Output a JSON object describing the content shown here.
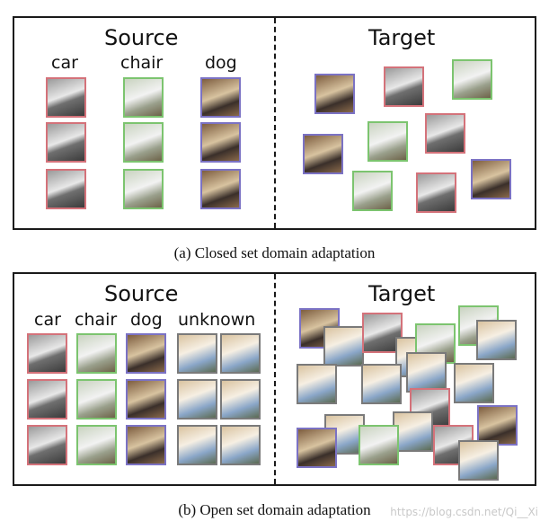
{
  "colors": {
    "car": "#d4727a",
    "chair": "#7cc46f",
    "dog": "#7b72c4",
    "unknown": "#7a7a7a",
    "frame": "#1a1a1a"
  },
  "closed": {
    "source_title": "Source",
    "target_title": "Target",
    "classes": [
      "car",
      "chair",
      "dog"
    ],
    "caption": "(a)  Closed set domain adaptation"
  },
  "open": {
    "source_title": "Source",
    "target_title": "Target",
    "classes": [
      "car",
      "chair",
      "dog",
      "unknown"
    ],
    "caption": "(b)  Open set domain adaptation"
  },
  "watermark": "https://blog.csdn.net/Qi__Xi",
  "icons": [
    "car-image",
    "chair-image",
    "dog-image",
    "unknown-image"
  ]
}
